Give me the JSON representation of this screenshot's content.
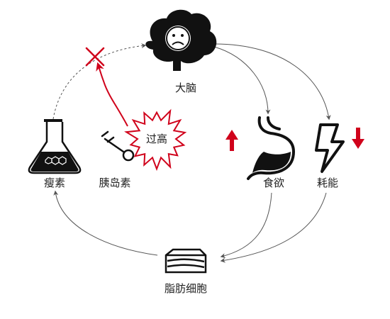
{
  "nodes": {
    "brain": {
      "label": "大脑",
      "icon": "sad-brain-icon"
    },
    "leptin": {
      "label": "瘦素",
      "icon": "flask-icon"
    },
    "insulin": {
      "label": "胰岛素",
      "icon": "key-icon"
    },
    "appetite": {
      "label": "食欲",
      "icon": "stomach-icon",
      "trend": "up"
    },
    "energy": {
      "label": "耗能",
      "icon": "lightning-icon",
      "trend": "down"
    },
    "fat": {
      "label": "脂肪细胞",
      "icon": "fat-tissue-icon"
    }
  },
  "burst": {
    "label": "过高"
  },
  "colors": {
    "accent": "#d0021b",
    "ink": "#111111",
    "arrow": "#555555"
  }
}
